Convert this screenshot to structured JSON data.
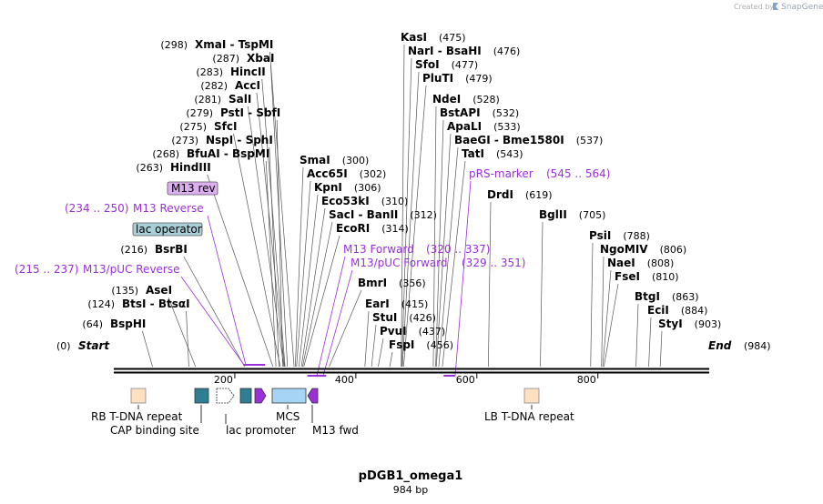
{
  "credit": {
    "prefix": "Created by",
    "brand": "SnapGene"
  },
  "map": {
    "name": "pDGB1_omega1",
    "length": 984,
    "length_label": "984 bp",
    "start_label": "Start",
    "end_label": "End",
    "start_pos": "(0)",
    "end_pos": "(984)",
    "ticks": [
      200,
      400,
      600,
      800
    ]
  },
  "enzymes": [
    {
      "name": "BspHI",
      "pos": 64,
      "text": "(64)"
    },
    {
      "name": "BtsI  -  BtsαI",
      "pos": 124,
      "text": "(124)"
    },
    {
      "name": "AseI",
      "pos": 135,
      "text": "(135)"
    },
    {
      "name": "BsrBI",
      "pos": 216,
      "text": "(216)"
    },
    {
      "name": "HindIII",
      "pos": 263,
      "text": "(263)"
    },
    {
      "name": "BfuAI  -  BspMI",
      "pos": 268,
      "text": "(268)"
    },
    {
      "name": "NspI  -  SphI",
      "pos": 273,
      "text": "(273)"
    },
    {
      "name": "SfcI",
      "pos": 275,
      "text": "(275)"
    },
    {
      "name": "PstI  -  SbfI",
      "pos": 279,
      "text": "(279)"
    },
    {
      "name": "SalI",
      "pos": 281,
      "text": "(281)"
    },
    {
      "name": "AccI",
      "pos": 282,
      "text": "(282)"
    },
    {
      "name": "HincII",
      "pos": 283,
      "text": "(283)"
    },
    {
      "name": "XbaI",
      "pos": 287,
      "text": "(287)"
    },
    {
      "name": "XmaI  -  TspMI",
      "pos": 298,
      "text": "(298)"
    },
    {
      "name": "SmaI",
      "pos": 300,
      "text": "(300)"
    },
    {
      "name": "Acc65I",
      "pos": 302,
      "text": "(302)"
    },
    {
      "name": "KpnI",
      "pos": 306,
      "text": "(306)"
    },
    {
      "name": "Eco53kI",
      "pos": 310,
      "text": "(310)"
    },
    {
      "name": "SacI  -  BanII",
      "pos": 312,
      "text": "(312)"
    },
    {
      "name": "EcoRI",
      "pos": 314,
      "text": "(314)"
    },
    {
      "name": "BmrI",
      "pos": 356,
      "text": "(356)"
    },
    {
      "name": "EarI",
      "pos": 415,
      "text": "(415)"
    },
    {
      "name": "StuI",
      "pos": 426,
      "text": "(426)"
    },
    {
      "name": "PvuI",
      "pos": 437,
      "text": "(437)"
    },
    {
      "name": "FspI",
      "pos": 456,
      "text": "(456)"
    },
    {
      "name": "KasI",
      "pos": 475,
      "text": "(475)"
    },
    {
      "name": "NarI  -  BsaHI",
      "pos": 476,
      "text": "(476)"
    },
    {
      "name": "SfoI",
      "pos": 477,
      "text": "(477)"
    },
    {
      "name": "PluTI",
      "pos": 479,
      "text": "(479)"
    },
    {
      "name": "NdeI",
      "pos": 528,
      "text": "(528)"
    },
    {
      "name": "BstAPI",
      "pos": 532,
      "text": "(532)"
    },
    {
      "name": "ApaLI",
      "pos": 533,
      "text": "(533)"
    },
    {
      "name": "BaeGI  -  Bme1580I",
      "pos": 537,
      "text": "(537)"
    },
    {
      "name": "TatI",
      "pos": 543,
      "text": "(543)"
    },
    {
      "name": "DrdI",
      "pos": 619,
      "text": "(619)"
    },
    {
      "name": "BglII",
      "pos": 705,
      "text": "(705)"
    },
    {
      "name": "PsiI",
      "pos": 788,
      "text": "(788)"
    },
    {
      "name": "NgoMIV",
      "pos": 806,
      "text": "(806)"
    },
    {
      "name": "NaeI",
      "pos": 808,
      "text": "(808)"
    },
    {
      "name": "FseI",
      "pos": 810,
      "text": "(810)"
    },
    {
      "name": "BtgI",
      "pos": 863,
      "text": "(863)"
    },
    {
      "name": "EciI",
      "pos": 884,
      "text": "(884)"
    },
    {
      "name": "StyI",
      "pos": 903,
      "text": "(903)"
    }
  ],
  "primers": [
    {
      "name": "pRS-marker",
      "range": "(545 .. 564)",
      "start": 545,
      "end": 564
    },
    {
      "name": "M13 Forward",
      "range": "(320 .. 337)",
      "start": 320,
      "end": 337
    },
    {
      "name": "M13/pUC Forward",
      "range": "(329 .. 351)",
      "start": 329,
      "end": 351
    },
    {
      "name": "M13 Reverse",
      "range": "(234 .. 250)",
      "start": 234,
      "end": 250
    },
    {
      "name": "M13/pUC Reverse",
      "range": "(215 .. 237)",
      "start": 215,
      "end": 237
    }
  ],
  "boxed_labels": [
    {
      "name": "M13 rev",
      "color": "#dcb0f0"
    },
    {
      "name": "lac operator",
      "color": "#a9cfd8"
    }
  ],
  "features": [
    {
      "name": "RB T-DNA repeat",
      "color": "#ffe0c0"
    },
    {
      "name": "CAP binding site",
      "color": "#2f7f94"
    },
    {
      "name": "lac promoter",
      "color": "#ffffff"
    },
    {
      "name": "MCS",
      "color": "#a6d4f5"
    },
    {
      "name": "M13 fwd",
      "color": "#9b30d9"
    },
    {
      "name": "LB T-DNA repeat",
      "color": "#ffe0c0"
    }
  ]
}
